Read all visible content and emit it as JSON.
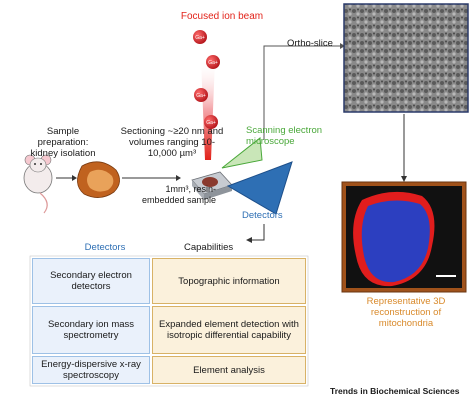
{
  "title": "Focused ion beam",
  "ion_label": "Ga+",
  "sample_prep": "Sample preparation: kidney isolation",
  "sectioning": "Sectioning ~≥20 nm and volumes ranging 10-10,000 µm³",
  "sample_block": "1mm³, resin-embedded sample",
  "sem_label": "Scanning electron microscope",
  "detectors_label": "Detectors",
  "ortho_slice": "Ortho-slice",
  "reconstruction": "Representative 3D reconstruction of mitochondria",
  "table": {
    "header_left": "Detectors",
    "header_right": "Capabilities",
    "rows": [
      {
        "detector": "Secondary electron detectors",
        "capability": "Topographic information"
      },
      {
        "detector": "Secondary ion mass spectrometry",
        "capability": "Expanded element detection with isotropic differential capability"
      },
      {
        "detector": "Energy-dispersive x-ray spectroscopy",
        "capability": "Element analysis"
      }
    ]
  },
  "footer": "Trends in Biochemical Sciences",
  "colors": {
    "red": "#e2231a",
    "green": "#4aa83a",
    "blue": "#2e6fb4",
    "orange": "#d98a2b"
  }
}
